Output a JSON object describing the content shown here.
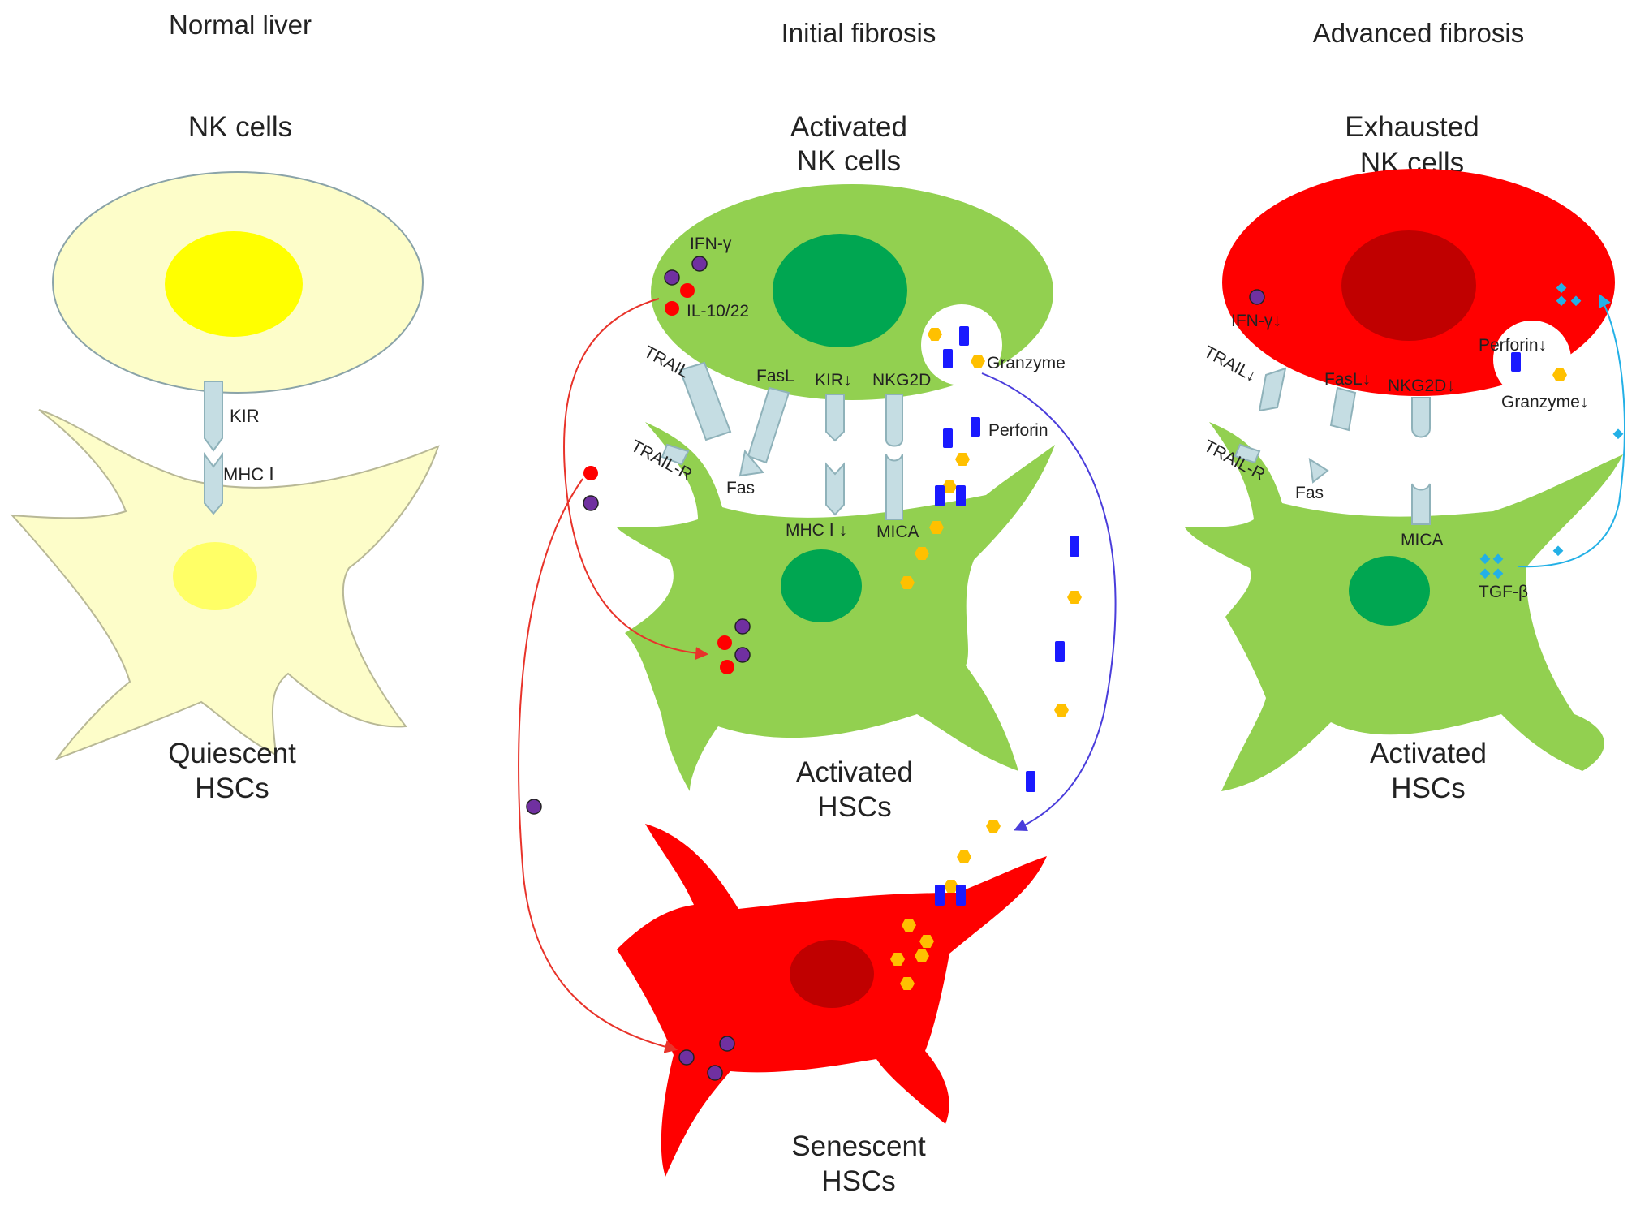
{
  "panels": {
    "normal": {
      "title": "Normal liver",
      "nk_label": "NK cells",
      "hsc_label": [
        "Quiescent",
        "HSCs"
      ],
      "receptors": {
        "kir": "KIR",
        "mhc": "MHC Ⅰ"
      }
    },
    "initial": {
      "title": "Initial fibrosis",
      "nk_label": [
        "Activated",
        "NK cells"
      ],
      "hsc_label": [
        "Activated",
        "HSCs"
      ],
      "senescent_label": [
        "Senescent",
        "HSCs"
      ],
      "cytokines": {
        "ifn": "IFN-γ",
        "il": "IL-10/22"
      },
      "granzyme": "Granzyme",
      "perforin": "Perforin",
      "receptors": {
        "trail": "TRAIL",
        "trail_r": "TRAIL-R",
        "fasl": "FasL",
        "fas": "Fas",
        "kir": "KIR↓",
        "mhc": "MHC Ⅰ ↓",
        "nkg2d": "NKG2D",
        "mica": "MICA"
      }
    },
    "advanced": {
      "title": "Advanced fibrosis",
      "nk_label": [
        "Exhausted",
        "NK cells"
      ],
      "hsc_label": [
        "Activated",
        "HSCs"
      ],
      "cytokines": {
        "ifn": "IFN-γ↓",
        "tgf": "TGF-β"
      },
      "perforin": "Perforin↓",
      "granzyme": "Granzyme↓",
      "receptors": {
        "trail": "TRAIL↓",
        "trail_r": "TRAIL-R",
        "fasl": "FasL↓",
        "fas": "Fas",
        "nkg2d": "NKG2D↓",
        "mica": "MICA"
      }
    }
  },
  "colors": {
    "quiescent_fill": "#fdfdc9",
    "quiescent_nucleus": "#ffff00",
    "quiescent_hsc_nucleus": "#ffff66",
    "activated_fill": "#92d050",
    "activated_nucleus": "#00a651",
    "exhausted_fill": "#ff0000",
    "exhausted_nucleus": "#c00000",
    "receptor": "#c5dde3",
    "ifn_dot": "#7030a0",
    "il_dot": "#ff0000",
    "granzyme": "#ffc000",
    "perforin": "#1a1aff",
    "tgf": "#23b0e6",
    "arrow_red": "#e8332a",
    "arrow_blue": "#4a3ddb",
    "arrow_cyan": "#23b0e6"
  }
}
